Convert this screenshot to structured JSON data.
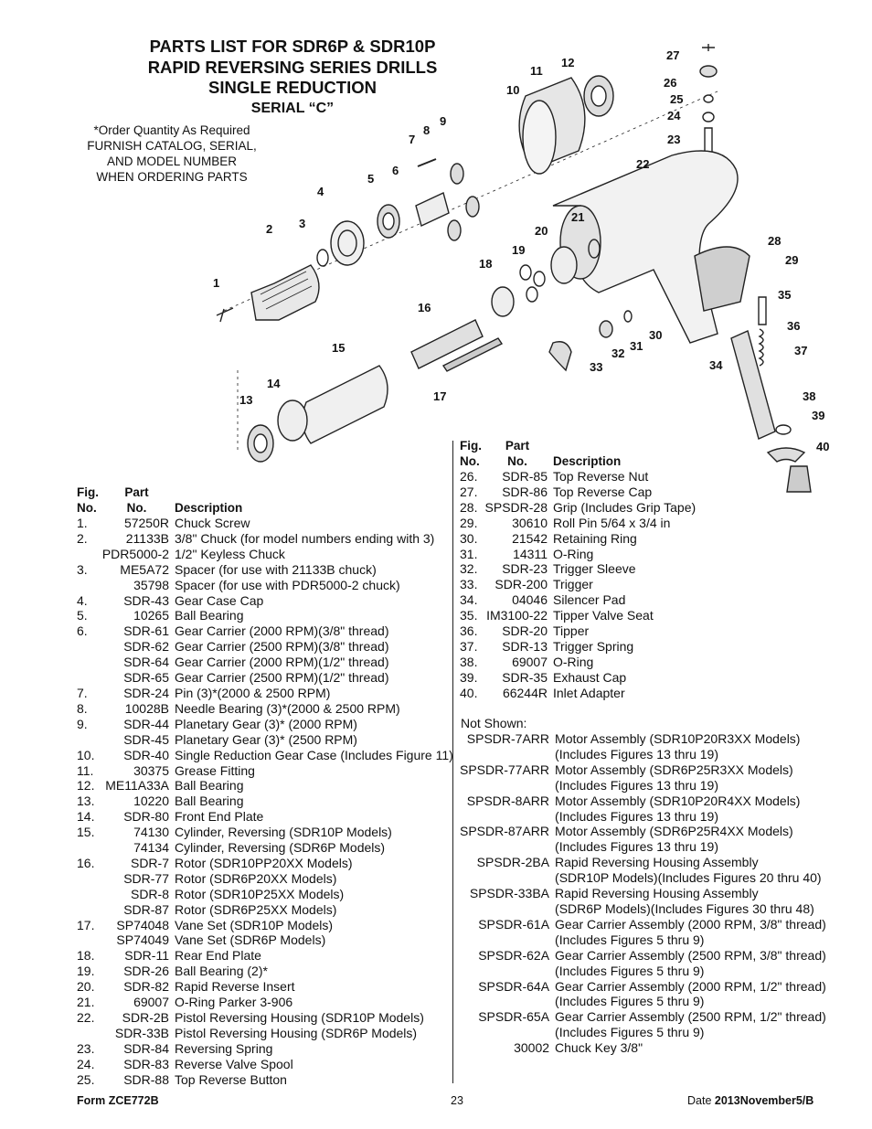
{
  "title": {
    "line1": "PARTS LIST FOR SDR6P & SDR10P",
    "line2": "RAPID REVERSING SERIES DRILLS",
    "line3": "SINGLE REDUCTION",
    "serial": "SERIAL “C”"
  },
  "order_note": {
    "line1": "*Order Quantity As Required",
    "line2": "FURNISH CATALOG, SERIAL,",
    "line3": "AND MODEL NUMBER",
    "line4": "WHEN ORDERING PARTS"
  },
  "diagram": {
    "callouts": [
      "1",
      "2",
      "3",
      "4",
      "5",
      "6",
      "7",
      "8",
      "9",
      "10",
      "11",
      "12",
      "13",
      "14",
      "15",
      "16",
      "17",
      "18",
      "19",
      "20",
      "21",
      "22",
      "23",
      "24",
      "25",
      "26",
      "27",
      "28",
      "29",
      "30",
      "31",
      "32",
      "33",
      "34",
      "35",
      "36",
      "37",
      "38",
      "39",
      "40"
    ]
  },
  "headers": {
    "fig": "Fig.",
    "no": "No.",
    "part": "Part",
    "part_no": "No.",
    "description": "Description"
  },
  "left_parts": [
    {
      "fig": "1.",
      "part": "57250R",
      "desc": "Chuck Screw"
    },
    {
      "fig": "2.",
      "part": "21133B",
      "desc": "3/8\" Chuck (for model numbers ending with 3)"
    },
    {
      "fig": "",
      "part": "PDR5000-2",
      "desc": "1/2\" Keyless Chuck"
    },
    {
      "fig": "3.",
      "part": "ME5A72",
      "desc": "Spacer (for use with 21133B chuck)"
    },
    {
      "fig": "",
      "part": "35798",
      "desc": "Spacer (for use with PDR5000-2 chuck)"
    },
    {
      "fig": "4.",
      "part": "SDR-43",
      "desc": "Gear Case Cap"
    },
    {
      "fig": "5.",
      "part": "10265",
      "desc": "Ball Bearing"
    },
    {
      "fig": "6.",
      "part": "SDR-61",
      "desc": "Gear Carrier (2000 RPM)(3/8\" thread)"
    },
    {
      "fig": "",
      "part": "SDR-62",
      "desc": "Gear Carrier (2500 RPM)(3/8\" thread)"
    },
    {
      "fig": "",
      "part": "SDR-64",
      "desc": "Gear Carrier (2000 RPM)(1/2\" thread)"
    },
    {
      "fig": "",
      "part": "SDR-65",
      "desc": "Gear Carrier (2500 RPM)(1/2\" thread)"
    },
    {
      "fig": "7.",
      "part": "SDR-24",
      "desc": "Pin (3)*(2000 & 2500 RPM)"
    },
    {
      "fig": "8.",
      "part": "10028B",
      "desc": "Needle Bearing (3)*(2000 & 2500 RPM)"
    },
    {
      "fig": "9.",
      "part": "SDR-44",
      "desc": "Planetary Gear (3)* (2000 RPM)"
    },
    {
      "fig": "",
      "part": "SDR-45",
      "desc": "Planetary Gear (3)* (2500 RPM)"
    },
    {
      "fig": "10.",
      "part": "SDR-40",
      "desc": "Single Reduction Gear Case (Includes Figure 11)"
    },
    {
      "fig": "11.",
      "part": "30375",
      "desc": "Grease Fitting"
    },
    {
      "fig": "12.",
      "part": "ME11A33A",
      "desc": "Ball Bearing"
    },
    {
      "fig": "13.",
      "part": "10220",
      "desc": "Ball Bearing"
    },
    {
      "fig": "14.",
      "part": "SDR-80",
      "desc": "Front End Plate"
    },
    {
      "fig": "15.",
      "part": "74130",
      "desc": "Cylinder, Reversing (SDR10P Models)"
    },
    {
      "fig": "",
      "part": "74134",
      "desc": "Cylinder, Reversing (SDR6P Models)"
    },
    {
      "fig": "16.",
      "part": "SDR-7",
      "desc": "Rotor (SDR10PP20XX Models)"
    },
    {
      "fig": "",
      "part": "SDR-77",
      "desc": "Rotor (SDR6P20XX Models)"
    },
    {
      "fig": "",
      "part": "SDR-8",
      "desc": "Rotor (SDR10P25XX Models)"
    },
    {
      "fig": "",
      "part": "SDR-87",
      "desc": "Rotor (SDR6P25XX Models)"
    },
    {
      "fig": "17.",
      "part": "SP74048",
      "desc": "Vane Set (SDR10P Models)"
    },
    {
      "fig": "",
      "part": "SP74049",
      "desc": "Vane Set (SDR6P Models)"
    },
    {
      "fig": "18.",
      "part": "SDR-11",
      "desc": "Rear End Plate"
    },
    {
      "fig": "19.",
      "part": "SDR-26",
      "desc": "Ball Bearing (2)*"
    },
    {
      "fig": "20.",
      "part": "SDR-82",
      "desc": "Rapid Reverse Insert"
    },
    {
      "fig": "21.",
      "part": "69007",
      "desc": "O-Ring Parker 3-906"
    },
    {
      "fig": "22.",
      "part": "SDR-2B",
      "desc": "Pistol Reversing Housing (SDR10P Models)"
    },
    {
      "fig": "",
      "part": "SDR-33B",
      "desc": "Pistol Reversing Housing (SDR6P Models)"
    },
    {
      "fig": "23.",
      "part": "SDR-84",
      "desc": "Reversing Spring"
    },
    {
      "fig": "24.",
      "part": "SDR-83",
      "desc": "Reverse Valve Spool"
    },
    {
      "fig": "25.",
      "part": "SDR-88",
      "desc": "Top Reverse Button"
    }
  ],
  "right_parts": [
    {
      "fig": "26.",
      "part": "SDR-85",
      "desc": "Top Reverse Nut"
    },
    {
      "fig": "27.",
      "part": "SDR-86",
      "desc": "Top Reverse Cap"
    },
    {
      "fig": "28.",
      "part": "SPSDR-28",
      "desc": "Grip (Includes Grip Tape)"
    },
    {
      "fig": "29.",
      "part": "30610",
      "desc": "Roll Pin 5/64 x 3/4 in"
    },
    {
      "fig": "30.",
      "part": "21542",
      "desc": "Retaining Ring"
    },
    {
      "fig": "31.",
      "part": "14311",
      "desc": "O-Ring"
    },
    {
      "fig": "32.",
      "part": "SDR-23",
      "desc": "Trigger Sleeve"
    },
    {
      "fig": "33.",
      "part": "SDR-200",
      "desc": "Trigger"
    },
    {
      "fig": "34.",
      "part": "04046",
      "desc": "Silencer Pad"
    },
    {
      "fig": "35.",
      "part": "IM3100-22",
      "desc": "Tipper Valve Seat"
    },
    {
      "fig": "36.",
      "part": "SDR-20",
      "desc": "Tipper"
    },
    {
      "fig": "37.",
      "part": "SDR-13",
      "desc": "Trigger Spring"
    },
    {
      "fig": "38.",
      "part": "69007",
      "desc": "O-Ring"
    },
    {
      "fig": "39.",
      "part": "SDR-35",
      "desc": "Exhaust Cap"
    },
    {
      "fig": "40.",
      "part": "66244R",
      "desc": "Inlet Adapter"
    }
  ],
  "not_shown": {
    "label": "Not Shown:",
    "items": [
      {
        "part": "SPSDR-7ARR",
        "desc1": "Motor Assembly (SDR10P20R3XX Models)",
        "desc2": "(Includes Figures 13 thru 19)"
      },
      {
        "part": "SPSDR-77ARR",
        "desc1": "Motor Assembly (SDR6P25R3XX Models)",
        "desc2": "(Includes Figures 13 thru 19)"
      },
      {
        "part": "SPSDR-8ARR",
        "desc1": "Motor Assembly (SDR10P20R4XX Models)",
        "desc2": "(Includes Figures 13 thru 19)"
      },
      {
        "part": "SPSDR-87ARR",
        "desc1": "Motor Assembly (SDR6P25R4XX Models)",
        "desc2": "(Includes Figures 13 thru 19)"
      },
      {
        "part": "SPSDR-2BA",
        "desc1": "Rapid Reversing Housing Assembly",
        "desc2": "(SDR10P Models)(Includes Figures 20 thru 40)"
      },
      {
        "part": "SPSDR-33BA",
        "desc1": "Rapid Reversing Housing Assembly",
        "desc2": "(SDR6P Models)(Includes Figures 30 thru 48)"
      },
      {
        "part": "SPSDR-61A",
        "desc1": "Gear Carrier Assembly (2000 RPM, 3/8\" thread)",
        "desc2": "(Includes Figures 5 thru 9)"
      },
      {
        "part": "SPSDR-62A",
        "desc1": "Gear Carrier Assembly (2500 RPM, 3/8\" thread)",
        "desc2": "(Includes Figures 5 thru 9)"
      },
      {
        "part": "SPSDR-64A",
        "desc1": "Gear Carrier Assembly (2000 RPM, 1/2\" thread)",
        "desc2": "(Includes Figures 5 thru 9)"
      },
      {
        "part": "SPSDR-65A",
        "desc1": "Gear Carrier Assembly (2500 RPM, 1/2\" thread)",
        "desc2": "(Includes Figures 5 thru 9)"
      },
      {
        "part": "30002",
        "desc1": "Chuck Key 3/8\"",
        "desc2": ""
      }
    ]
  },
  "footer": {
    "form": "Form ZCE772B",
    "page": "23",
    "date_label": "Date",
    "date": "2013November5/B"
  }
}
